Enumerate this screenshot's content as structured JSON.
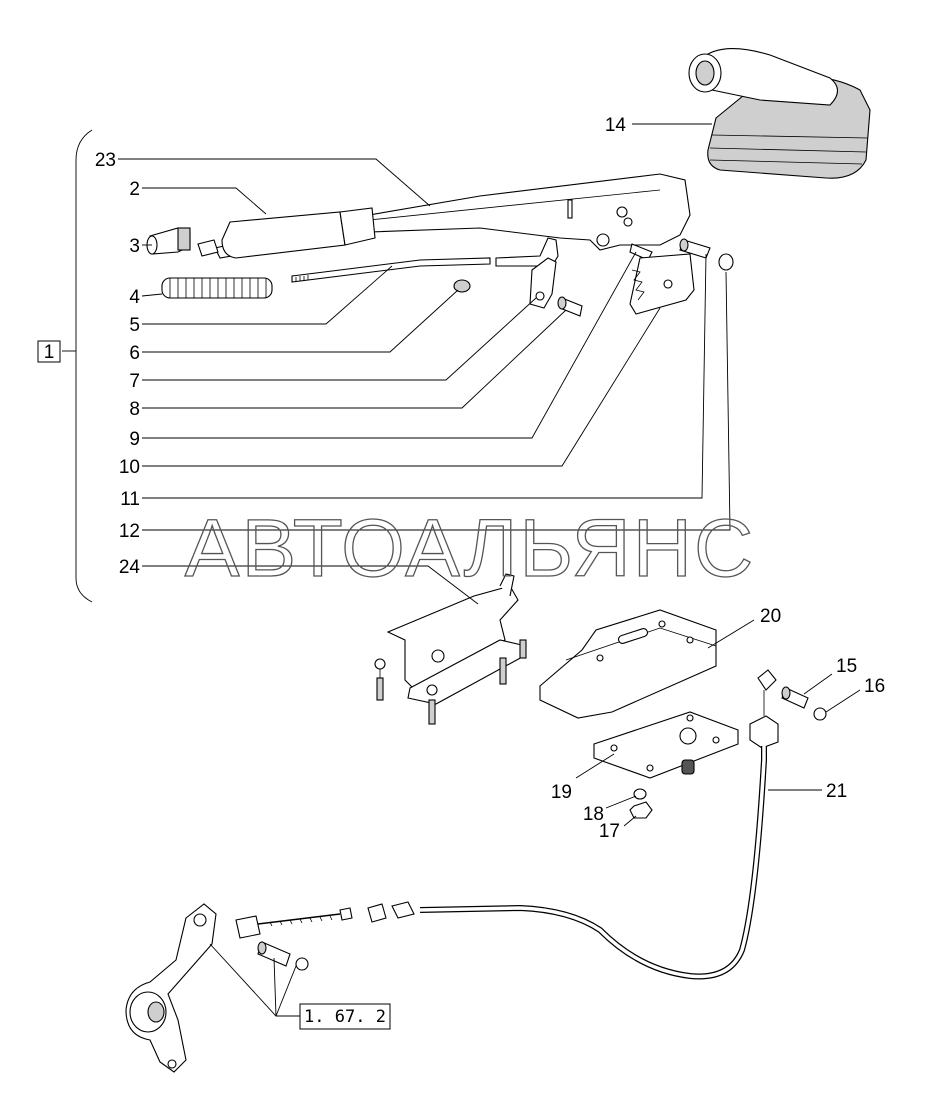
{
  "callouts": {
    "c23": "23",
    "c2": "2",
    "c3": "3",
    "c4": "4",
    "c5": "5",
    "c6": "6",
    "c7": "7",
    "c8": "8",
    "c9": "9",
    "c10": "10",
    "c11": "11",
    "c12": "12",
    "c24": "24",
    "c14": "14",
    "c20": "20",
    "c15": "15",
    "c16": "16",
    "c21": "21",
    "c19": "19",
    "c18": "18",
    "c17": "17"
  },
  "group_box": "1",
  "ref_box": "1. 67. 2",
  "watermark": "АВТОАЛЬЯНС"
}
